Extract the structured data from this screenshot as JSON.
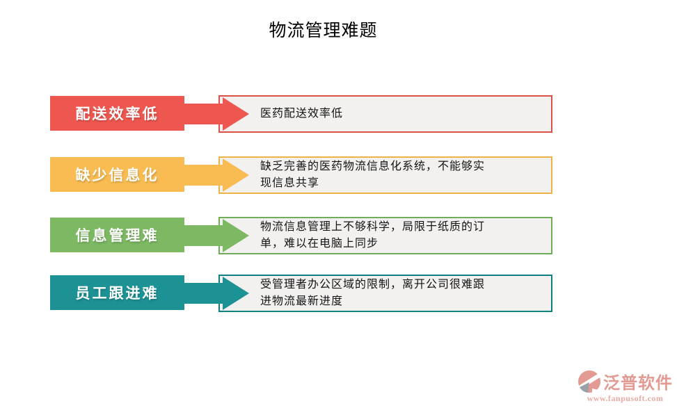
{
  "page": {
    "title": "物流管理难题"
  },
  "rows": [
    {
      "label": "配送效率低",
      "description": "医药配送效率低",
      "color": {
        "fill": "#ee574f",
        "border": "#dd5045"
      }
    },
    {
      "label": "缺少信息化",
      "description": "缺乏完善的医药物流信息化系统，不能够实现信息共享",
      "color": {
        "fill": "#f8bc52",
        "border": "#eeb347"
      }
    },
    {
      "label": "信息管理难",
      "description": "物流信息管理上不够科学，局限于纸质的订单，难以在电脑上同步",
      "color": {
        "fill": "#7db963",
        "border": "#70ad58"
      }
    },
    {
      "label": "员工跟进难",
      "description": "受管理者办公区域的限制，离开公司很难跟进物流最新进度",
      "color": {
        "fill": "#1d9294",
        "border": "#0d8081"
      }
    }
  ],
  "colors": {
    "panel_background": "#f2f1ef",
    "description_text": "#141414",
    "label_text": "#ffffff",
    "brand": "#e39a93",
    "brand_icon_gray": "#9aa1a9"
  },
  "footer": {
    "brand": "泛普软件",
    "url": "www.fanpusoft.com"
  }
}
